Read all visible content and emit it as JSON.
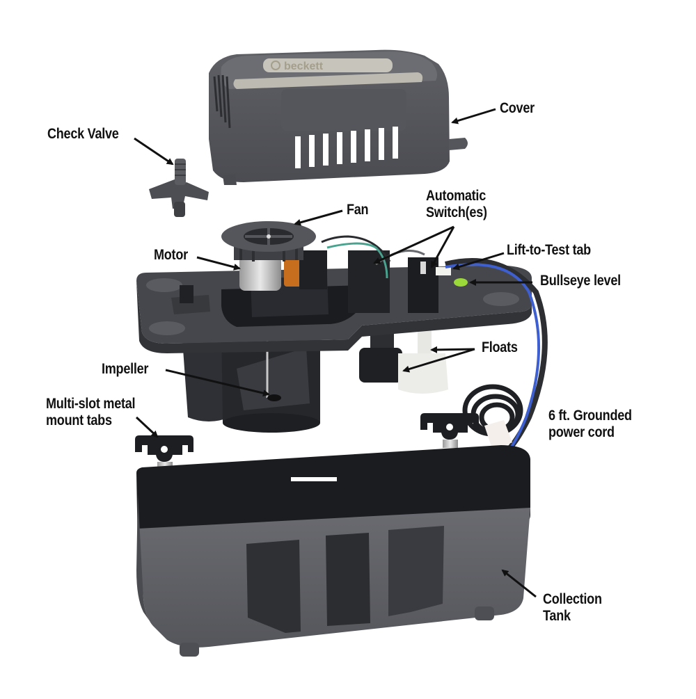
{
  "diagram": {
    "type": "exploded-product-view",
    "subject": "Condensate pump",
    "brand_on_cover": "beckett",
    "background": "#ffffff",
    "colors": {
      "housing_gray": "#5e5f63",
      "housing_dark": "#2b2c30",
      "label_plate": "#c9c7bd",
      "float_white": "#e9e9e6",
      "cord_blue": "#3e5fd0",
      "wire_green": "#4aa38f",
      "bullseye_green": "#9bd83a",
      "arrow": "#111111",
      "text": "#111111"
    }
  },
  "callouts": {
    "cover": {
      "text": "Cover"
    },
    "check_valve": {
      "text": "Check Valve"
    },
    "fan": {
      "text": "Fan"
    },
    "automatic_switches": {
      "line1": "Automatic",
      "line2": "Switch(es)"
    },
    "motor": {
      "text": "Motor"
    },
    "lift_to_test": {
      "text": "Lift-to-Test tab"
    },
    "bullseye": {
      "text": "Bullseye level"
    },
    "floats": {
      "text": "Floats"
    },
    "impeller": {
      "text": "Impeller"
    },
    "mount_tabs": {
      "line1": "Multi-slot metal",
      "line2": "mount tabs"
    },
    "power_cord": {
      "line1": "6 ft. Grounded",
      "line2": "power cord"
    },
    "collection_tank": {
      "line1": "Collection",
      "line2": "Tank"
    }
  }
}
